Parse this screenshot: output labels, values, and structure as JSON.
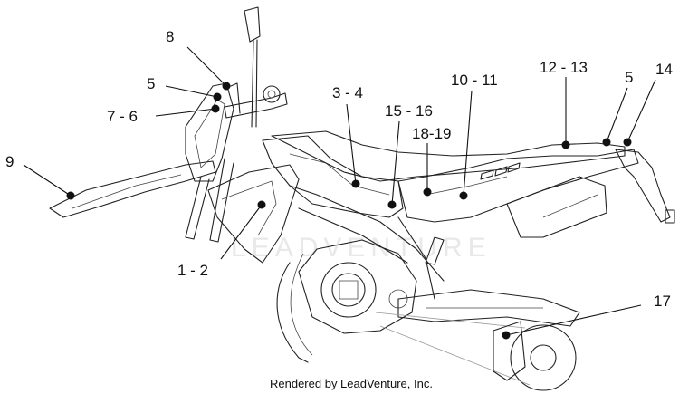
{
  "callouts": [
    {
      "id": "c8",
      "label": "8"
    },
    {
      "id": "c5a",
      "label": "5"
    },
    {
      "id": "c76",
      "label": "7 - 6"
    },
    {
      "id": "c9",
      "label": "9"
    },
    {
      "id": "c34",
      "label": "3 - 4"
    },
    {
      "id": "c1516",
      "label": "15 - 16"
    },
    {
      "id": "c1819",
      "label": "18-19"
    },
    {
      "id": "c1011",
      "label": "10 - 11"
    },
    {
      "id": "c1213",
      "label": "12 - 13"
    },
    {
      "id": "c5b",
      "label": "5"
    },
    {
      "id": "c14",
      "label": "14"
    },
    {
      "id": "c12",
      "label": "1 - 2"
    },
    {
      "id": "c17",
      "label": "17"
    }
  ],
  "watermark": "LEADVENTURE",
  "footer": {
    "credit": "Rendered by LeadVenture, Inc."
  }
}
